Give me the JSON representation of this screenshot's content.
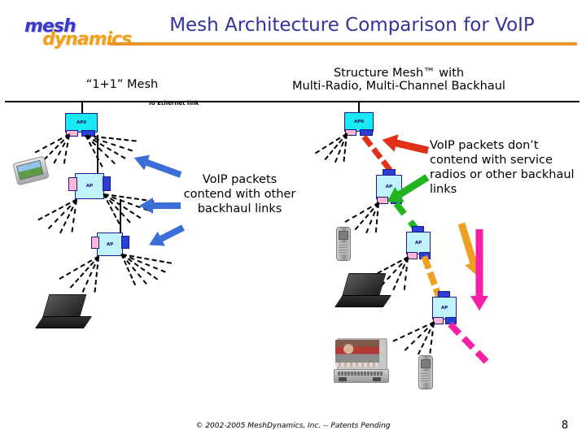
{
  "header": {
    "logo_part1": "mesh",
    "logo_part2": "dynamics",
    "title": "Mesh Architecture Comparison for VoIP",
    "accent_color": "#e8962c",
    "title_color": "#333399"
  },
  "sections": {
    "left_caption": "“1+1” Mesh",
    "right_caption_line1": "Structure Mesh™ with",
    "right_caption_line2": "Multi-Radio, Multi-Channel Backhaul",
    "ethernet_label": "To Ethernet link"
  },
  "annotations": {
    "left_note": "VoIP packets contend with other backhaul links",
    "right_note": "VoIP packets don’t contend with service radios or other backhaul links"
  },
  "nodes": {
    "root_label": "AP0",
    "ap_label": "AP"
  },
  "legend_colors": {
    "shared_backhaul_arrow": "#3a6fd8",
    "backhaul_link_1": "#e03018",
    "backhaul_link_2": "#22b520",
    "backhaul_link_3": "#f0a020",
    "backhaul_link_4": "#f51fa8",
    "ap_body": "#bff2fb",
    "ap_root_body": "#19e8f5",
    "radio_tab_service": "#ffb6d0",
    "radio_tab_backhaul": "#2a3fd8"
  },
  "footer": {
    "copyright": "© 2002-2005 MeshDynamics, Inc. --  Patents Pending",
    "page_number": "8"
  },
  "chart_data": {
    "type": "diagram",
    "title": "Mesh Architecture Comparison for VoIP",
    "panels": [
      {
        "name": "left",
        "caption": "“1+1” Mesh",
        "note": "VoIP packets contend with other backhaul links",
        "nodes": [
          "AP0",
          "AP",
          "AP"
        ],
        "backhaul_links": "single shared channel (black)",
        "arrow_color": "#3a6fd8"
      },
      {
        "name": "right",
        "caption": "Structure Mesh™ with Multi-Radio, Multi-Channel Backhaul",
        "note": "VoIP packets don’t contend with service radios or other backhaul links",
        "nodes": [
          "AP0",
          "AP",
          "AP",
          "AP"
        ],
        "backhaul_links": [
          "#e03018",
          "#22b520",
          "#f0a020",
          "#f51fa8"
        ],
        "arrow_colors": [
          "#e03018",
          "#22b520",
          "#f0a020",
          "#f51fa8"
        ]
      }
    ]
  }
}
